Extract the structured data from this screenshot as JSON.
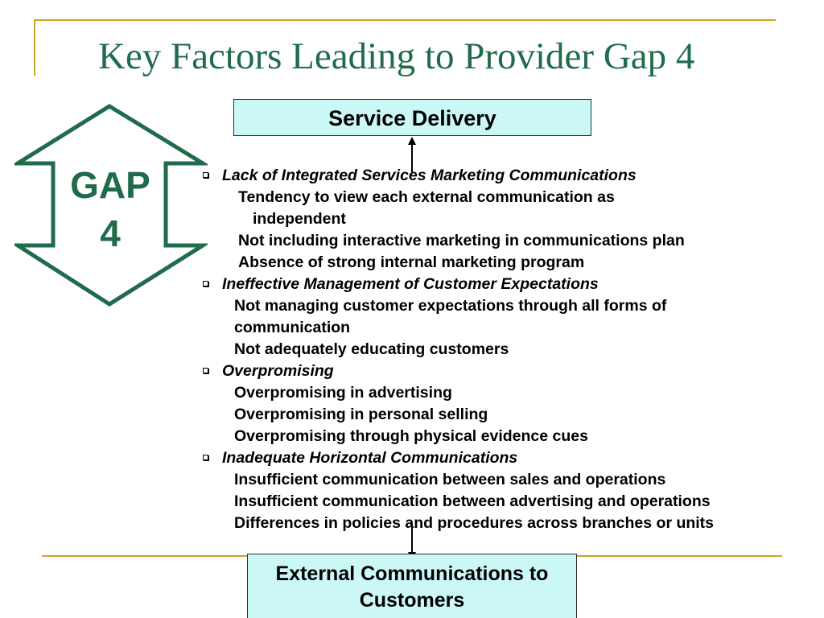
{
  "title": "Key Factors Leading to Provider Gap 4",
  "gap_label_line1": "GAP",
  "gap_label_line2": "4",
  "top_box": "Service Delivery",
  "bottom_box_line1": "External Communications to",
  "bottom_box_line2": "Customers",
  "colors": {
    "title": "#1f6b4a",
    "arrow_stroke": "#1f6b4a",
    "box_fill": "#ccf7f7",
    "rule": "#c9a227"
  },
  "icons": {
    "bullet": "hollow-square-bullet",
    "gap_arrow": "double-headed-vertical-arrow"
  },
  "factors": [
    {
      "heading": "Lack of Integrated Services Marketing Communications",
      "items": [
        {
          "line1": "Tendency to view each external communication as",
          "line2": "independent"
        },
        {
          "line1": "Not including interactive marketing in communications plan"
        },
        {
          "line1": "Absence of strong internal marketing program"
        }
      ]
    },
    {
      "heading": "Ineffective Management of Customer Expectations",
      "items": [
        {
          "line1": "Not managing customer expectations through all forms of",
          "line2": "communication"
        },
        {
          "line1": "Not adequately educating customers"
        }
      ]
    },
    {
      "heading": "Overpromising",
      "items": [
        {
          "line1": "Overpromising in advertising"
        },
        {
          "line1": "Overpromising in personal selling"
        },
        {
          "line1": "Overpromising through physical evidence cues"
        }
      ]
    },
    {
      "heading": "Inadequate Horizontal Communications",
      "items": [
        {
          "line1": "Insufficient communication between sales and operations"
        },
        {
          "line1": "Insufficient communication between advertising and operations"
        },
        {
          "line1": "Differences in policies and procedures across branches or units"
        }
      ]
    }
  ]
}
